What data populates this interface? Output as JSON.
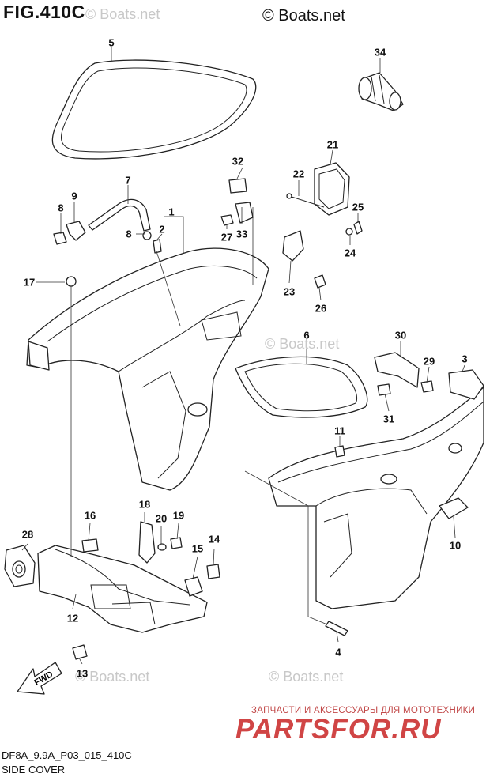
{
  "header": {
    "figure_label": "FIG.410C",
    "copyright": "© Boats.net"
  },
  "watermarks": [
    "© Boats.net",
    "© Boats.net",
    "© Boats.net",
    "© Boats.net"
  ],
  "advert": {
    "line": "ЗАПЧАСТИ И АКСЕССУАРЫ ДЛЯ МОТОТЕХНИКИ",
    "logo": "PARTSFOR.RU"
  },
  "footer": {
    "model_code": "DF8A_9.9A_P03_015_410C",
    "description": "SIDE COVER"
  },
  "direction_arrow": "FWD",
  "callouts": {
    "c1": "1",
    "c2": "2",
    "c3": "3",
    "c4": "4",
    "c5": "5",
    "c6": "6",
    "c7": "7",
    "c8a": "8",
    "c8b": "8",
    "c9": "9",
    "c10": "10",
    "c11": "11",
    "c12": "12",
    "c13": "13",
    "c14": "14",
    "c15": "15",
    "c16": "16",
    "c17": "17",
    "c18": "18",
    "c19": "19",
    "c20": "20",
    "c21": "21",
    "c22": "22",
    "c23": "23",
    "c24": "24",
    "c25": "25",
    "c26": "26",
    "c27": "27",
    "c28": "28",
    "c29": "29",
    "c30": "30",
    "c31": "31",
    "c32": "32",
    "c33": "33",
    "c34": "34"
  }
}
